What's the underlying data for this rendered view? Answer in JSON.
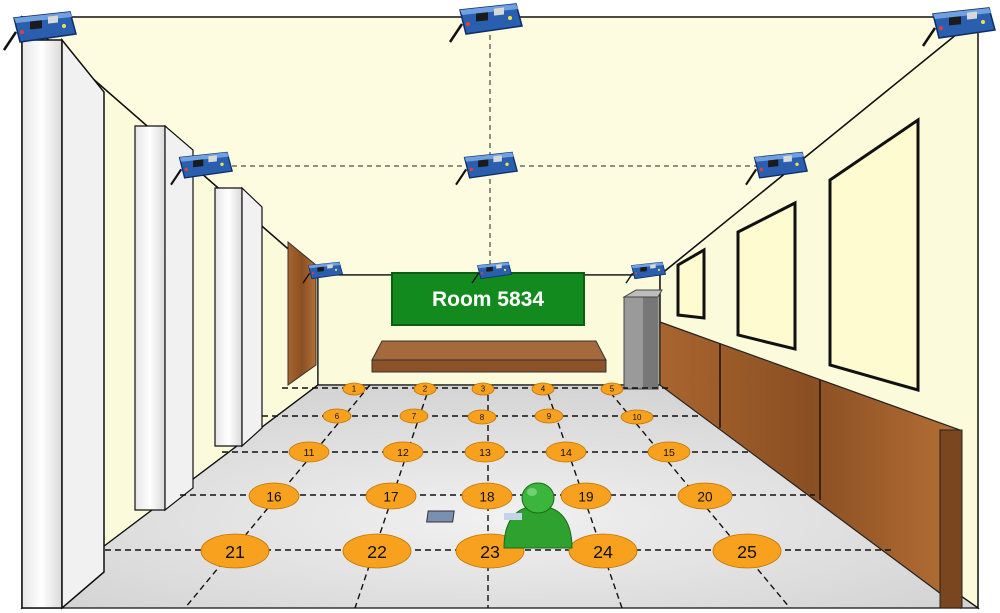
{
  "room_sign": {
    "label": "Room 5834"
  },
  "grid_cells": [
    {
      "label": "1"
    },
    {
      "label": "2"
    },
    {
      "label": "3"
    },
    {
      "label": "4"
    },
    {
      "label": "5"
    },
    {
      "label": "6"
    },
    {
      "label": "7"
    },
    {
      "label": "8"
    },
    {
      "label": "9"
    },
    {
      "label": "10"
    },
    {
      "label": "11"
    },
    {
      "label": "12"
    },
    {
      "label": "13"
    },
    {
      "label": "14"
    },
    {
      "label": "15"
    },
    {
      "label": "16"
    },
    {
      "label": "17"
    },
    {
      "label": "18"
    },
    {
      "label": "19"
    },
    {
      "label": "20"
    },
    {
      "label": "21"
    },
    {
      "label": "22"
    },
    {
      "label": "23"
    },
    {
      "label": "24"
    },
    {
      "label": "25"
    }
  ],
  "sensor_nodes": [
    {
      "name": "sensor-node"
    },
    {
      "name": "sensor-node"
    },
    {
      "name": "sensor-node"
    },
    {
      "name": "sensor-node"
    },
    {
      "name": "sensor-node"
    },
    {
      "name": "sensor-node"
    },
    {
      "name": "sensor-node"
    },
    {
      "name": "sensor-node"
    },
    {
      "name": "sensor-node"
    }
  ],
  "colors": {
    "ceiling": "#fdfce0",
    "wall": "#fbfbdc",
    "floor": "#e2e2e2",
    "cell_fill": "#f7a11e",
    "sign_bg": "#138a1e",
    "wood": "#9c5a2a",
    "person": "#2fa12f"
  },
  "icons": [
    "sensor-board-icon",
    "person-with-laptop-icon",
    "speaker-icon"
  ]
}
